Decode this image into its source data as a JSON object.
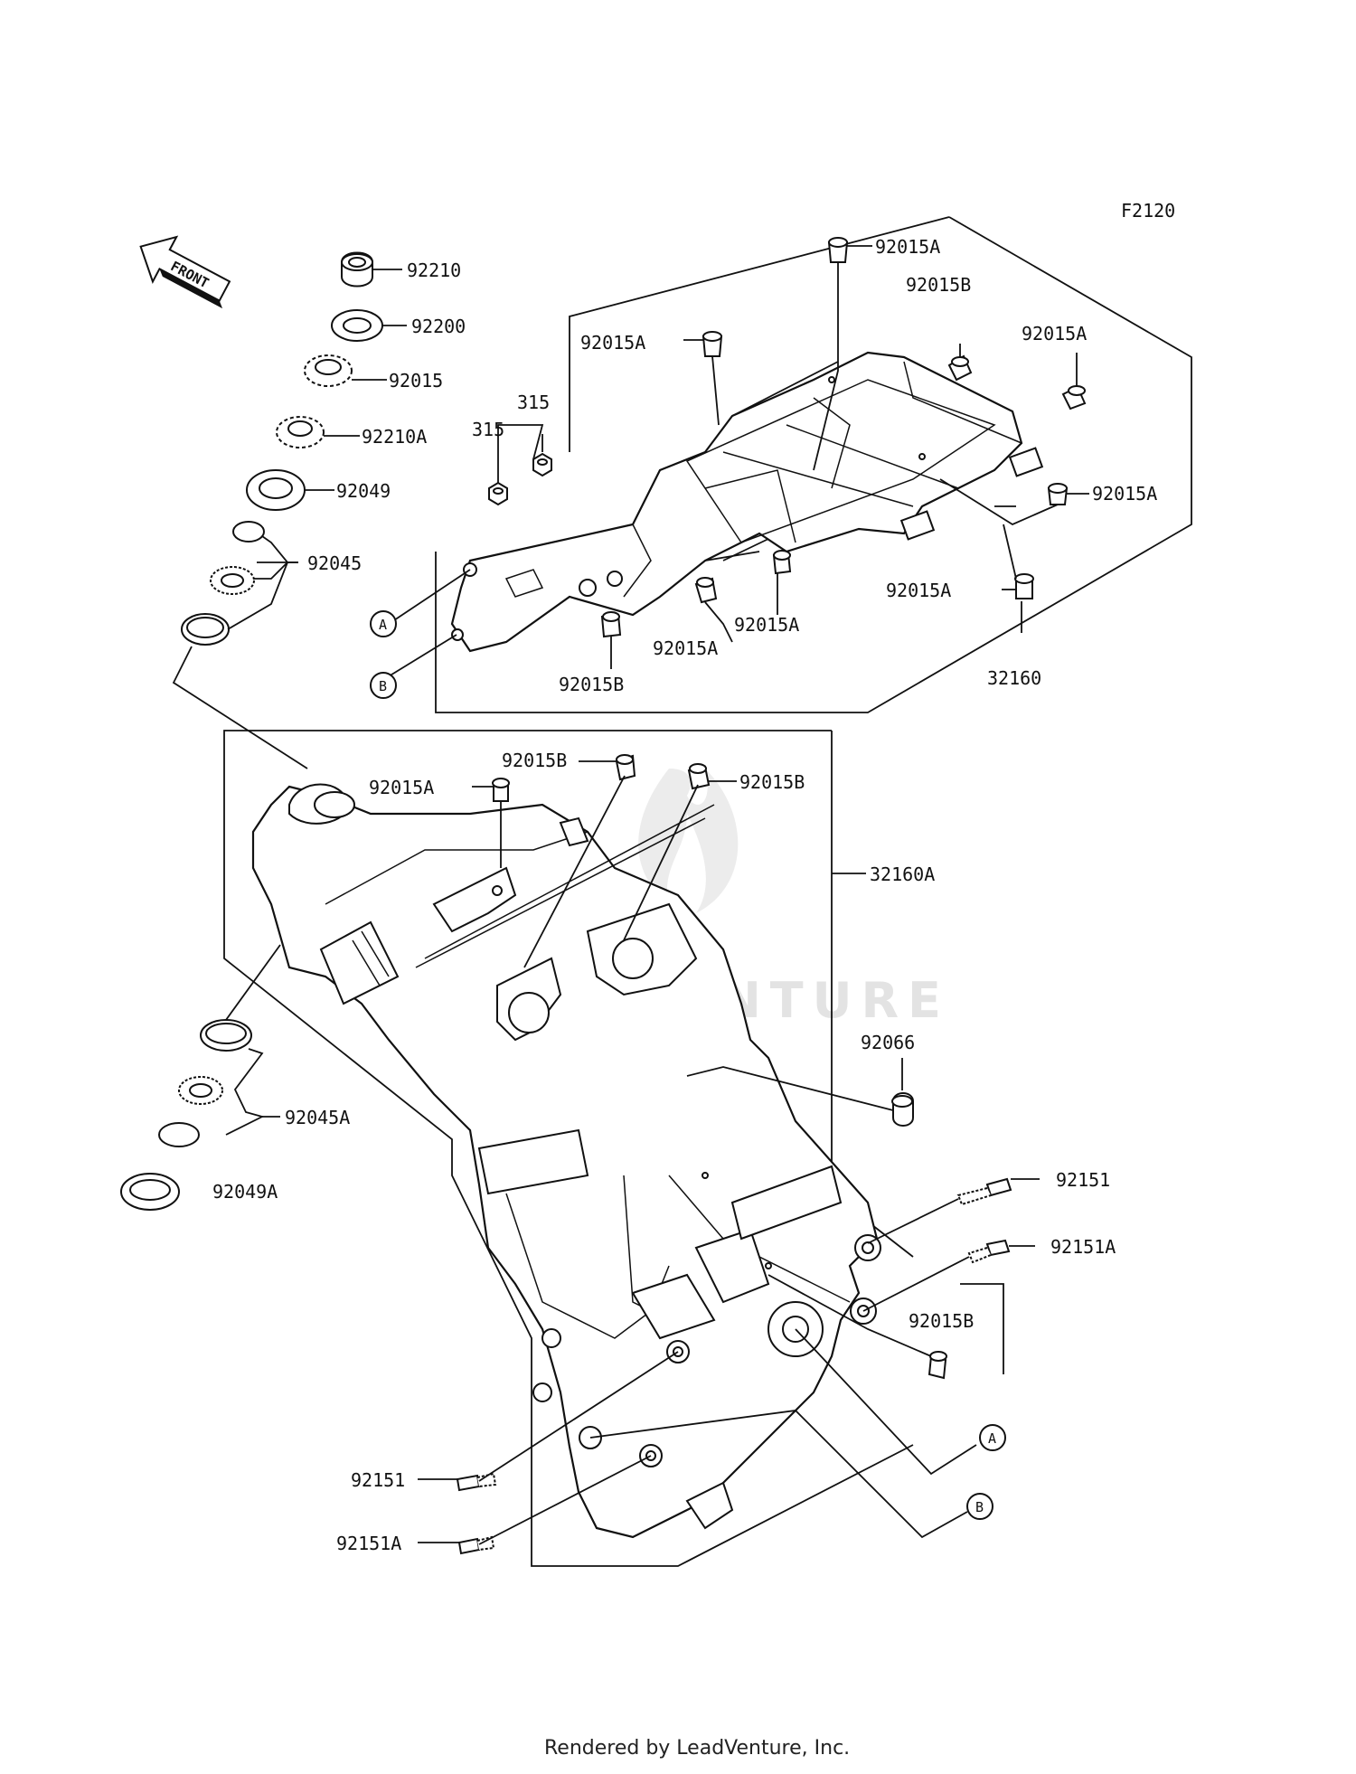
{
  "figure_code": "F2120",
  "front_label": "FRONT",
  "watermark": "LEADVENTURE",
  "footer": "Rendered by LeadVenture, Inc.",
  "refs": {
    "a": "A",
    "b": "B"
  },
  "labels": {
    "p92210": "92210",
    "p92200": "92200",
    "p92015": "92015",
    "p92210A": "92210A",
    "p92049": "92049",
    "p92045": "92045",
    "p315_1": "315",
    "p315_2": "315",
    "p92015A_1": "92015A",
    "p92015B_1": "92015B",
    "p92015A_2": "92015A",
    "p92015A_3": "92015A",
    "p92015A_4": "92015A",
    "p92015A_5": "92015A",
    "p92015A_6": "92015A",
    "p92015A_7": "92015A",
    "p92015B_2": "92015B",
    "p32160": "32160",
    "p92015B_3": "92015B",
    "p92015A_8": "92015A",
    "p92015B_4": "92015B",
    "p32160A": "32160A",
    "p92066": "92066",
    "p92045A": "92045A",
    "p92049A": "92049A",
    "p92151_1": "92151",
    "p92151A_1": "92151A",
    "p92015B_5": "92015B",
    "p92151_2": "92151",
    "p92151A_2": "92151A"
  }
}
